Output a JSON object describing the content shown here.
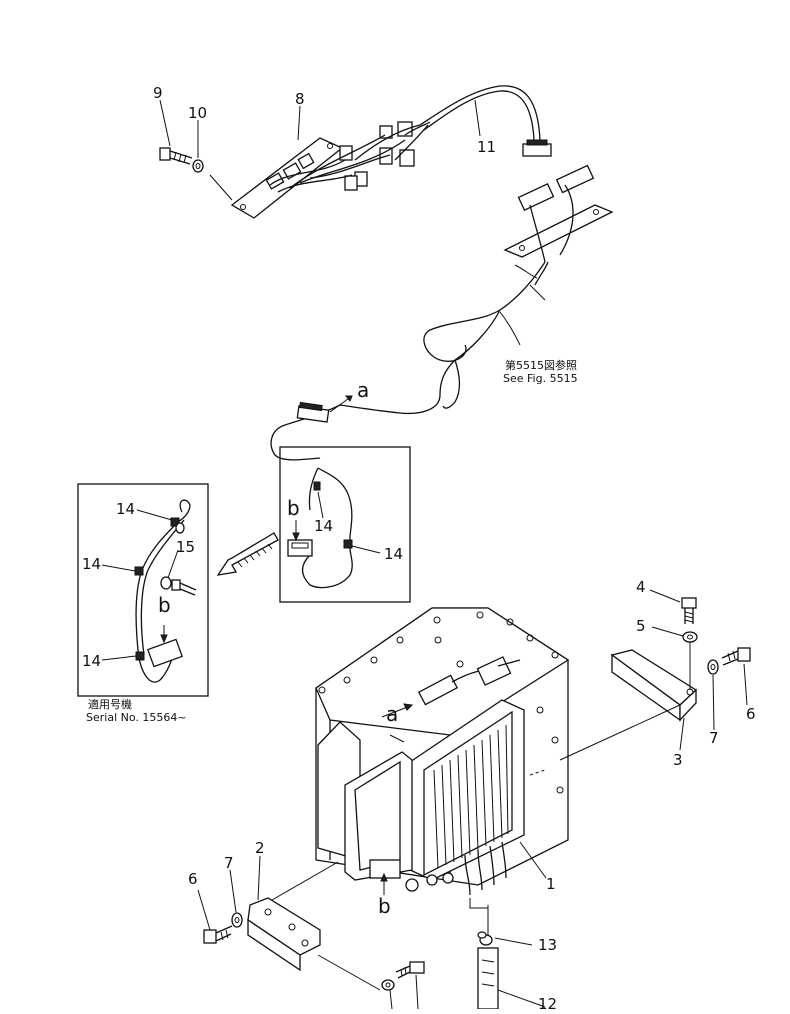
{
  "callouts": {
    "n1": "1",
    "n2": "2",
    "n3": "3",
    "n4": "4",
    "n5": "5",
    "n6a": "6",
    "n6b": "6",
    "n7a": "7",
    "n7b": "7",
    "n8": "8",
    "n9": "9",
    "n10": "10",
    "n11": "11",
    "n12": "12",
    "n13": "13",
    "n14a": "14",
    "n14b": "14",
    "n14c": "14",
    "n14d": "14",
    "n14e": "14",
    "n15": "15"
  },
  "markers": {
    "a1": "a",
    "a2": "a",
    "b1": "b",
    "b2": "b",
    "b3": "b"
  },
  "notes": {
    "fig_ref_jp": "第5515図参照",
    "fig_ref_en": "See Fig. 5515",
    "serial_jp": "適用号機",
    "serial_en": "Serial No. 15564~"
  }
}
